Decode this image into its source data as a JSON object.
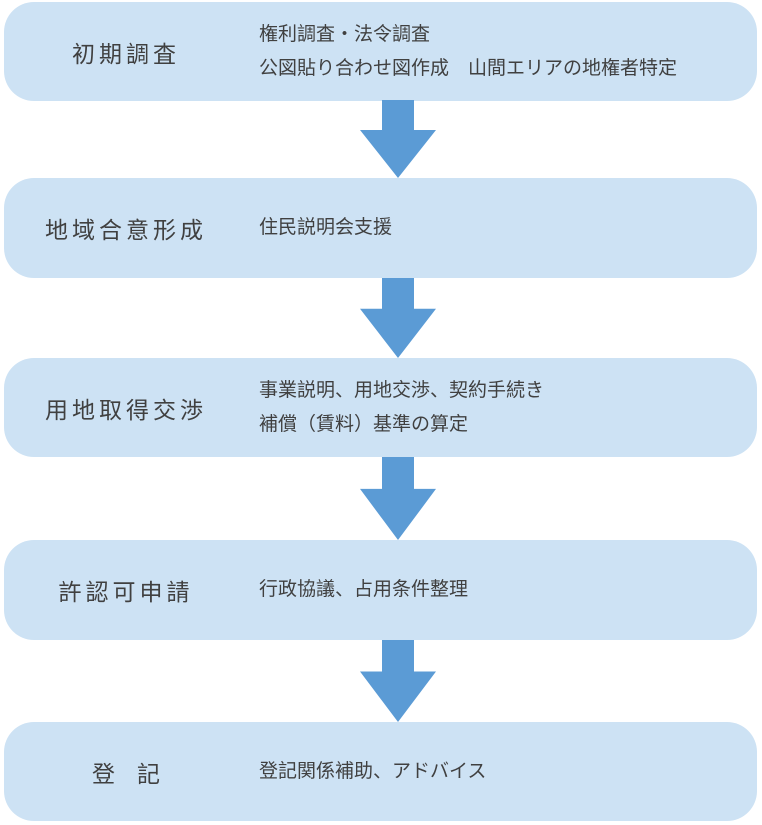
{
  "colors": {
    "box_fill": "#CDE2F4",
    "arrow": "#5B9BD5",
    "text": "#404040",
    "background": "#FFFFFF"
  },
  "steps": [
    {
      "label": "初期調査",
      "lines": [
        "権利調査・法令調査",
        "公図貼り合わせ図作成　山間エリアの地権者特定"
      ]
    },
    {
      "label": "地域合意形成",
      "lines": [
        "住民説明会支援"
      ]
    },
    {
      "label": "用地取得交渉",
      "lines": [
        "事業説明、用地交渉、契約手続き",
        "補償（賃料）基準の算定"
      ]
    },
    {
      "label": "許認可申請",
      "lines": [
        "行政協議、占用条件整理"
      ]
    },
    {
      "label": "登記",
      "lines": [
        "登記関係補助、アドバイス"
      ]
    }
  ]
}
